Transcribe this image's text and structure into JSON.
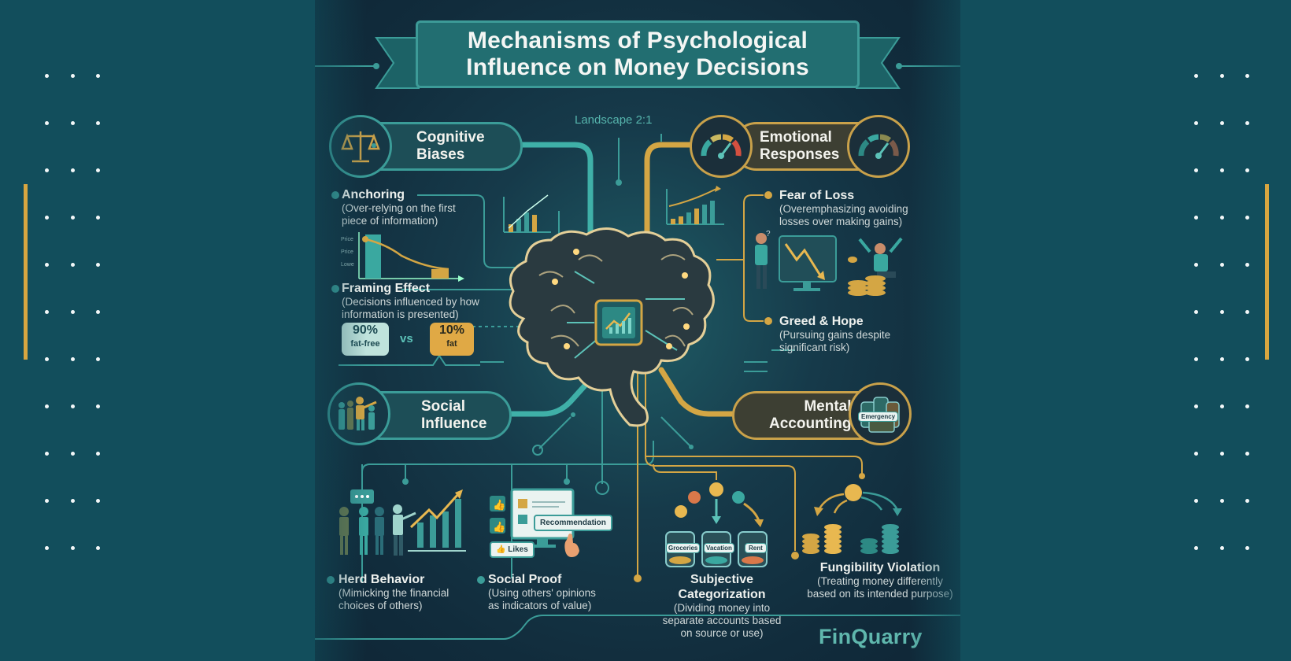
{
  "title": {
    "line1": "Mechanisms of Psychological",
    "line2": "Influence on Money Decisions",
    "subtitle": "Landscape 2:1"
  },
  "sections": {
    "cognitive": {
      "title_l1": "Cognitive",
      "title_l2": "Biases",
      "icon": "scales-icon",
      "items": [
        {
          "heading": "Anchoring",
          "desc_l1": "(Over-relying on the first",
          "desc_l2": "piece of information)"
        },
        {
          "heading": "Framing Effect",
          "desc_l1": "(Decisions influenced by how",
          "desc_l2": "information is presented)"
        }
      ],
      "anchor_chart_labels": [
        "Price",
        "Price",
        "Lowe"
      ],
      "framing": {
        "left_value": "90%",
        "left_label": "fat-free",
        "vs": "vs",
        "right_value": "10%",
        "right_label": "fat"
      }
    },
    "emotional": {
      "title_l1": "Emotional",
      "title_l2": "Responses",
      "icon": "gauge-icon",
      "items": [
        {
          "heading": "Fear of Loss",
          "desc_l1": "(Overemphasizing avoiding",
          "desc_l2": "losses over making gains)"
        },
        {
          "heading": "Greed & Hope",
          "desc_l1": "(Pursuing gains despite",
          "desc_l2": "significant risk)"
        }
      ]
    },
    "social": {
      "title_l1": "Social",
      "title_l2": "Influence",
      "icon": "people-pointing-icon",
      "items": [
        {
          "heading": "Herd Behavior",
          "desc_l1": "(Mimicking the financial",
          "desc_l2": "choices of others)"
        },
        {
          "heading": "Social Proof",
          "desc_l1": "(Using others' opinions",
          "desc_l2": "as indicators of value)"
        }
      ],
      "proof_tags": {
        "recommendation": "Recommendation",
        "likes": "Likes"
      }
    },
    "mental": {
      "title_l1": "Mental",
      "title_l2": "Accounting",
      "icon": "jars-icon",
      "jar_label": "Emergency",
      "items": [
        {
          "heading": "Subjective Categorization",
          "desc_l1": "(Dividing money into",
          "desc_l2": "separate accounts based",
          "desc_l3": "on source or use)"
        },
        {
          "heading": "Fungibility Violation",
          "desc_l1": "(Treating money differently",
          "desc_l2": "based on its intended purpose)"
        }
      ],
      "jars": [
        "Groceries",
        "Vacation",
        "Rent"
      ]
    }
  },
  "brand": "FinQuarry",
  "colors": {
    "background": "#124e5c",
    "teal": "#3b9c98",
    "gold": "#d4a644",
    "panel": "#112c3c"
  }
}
